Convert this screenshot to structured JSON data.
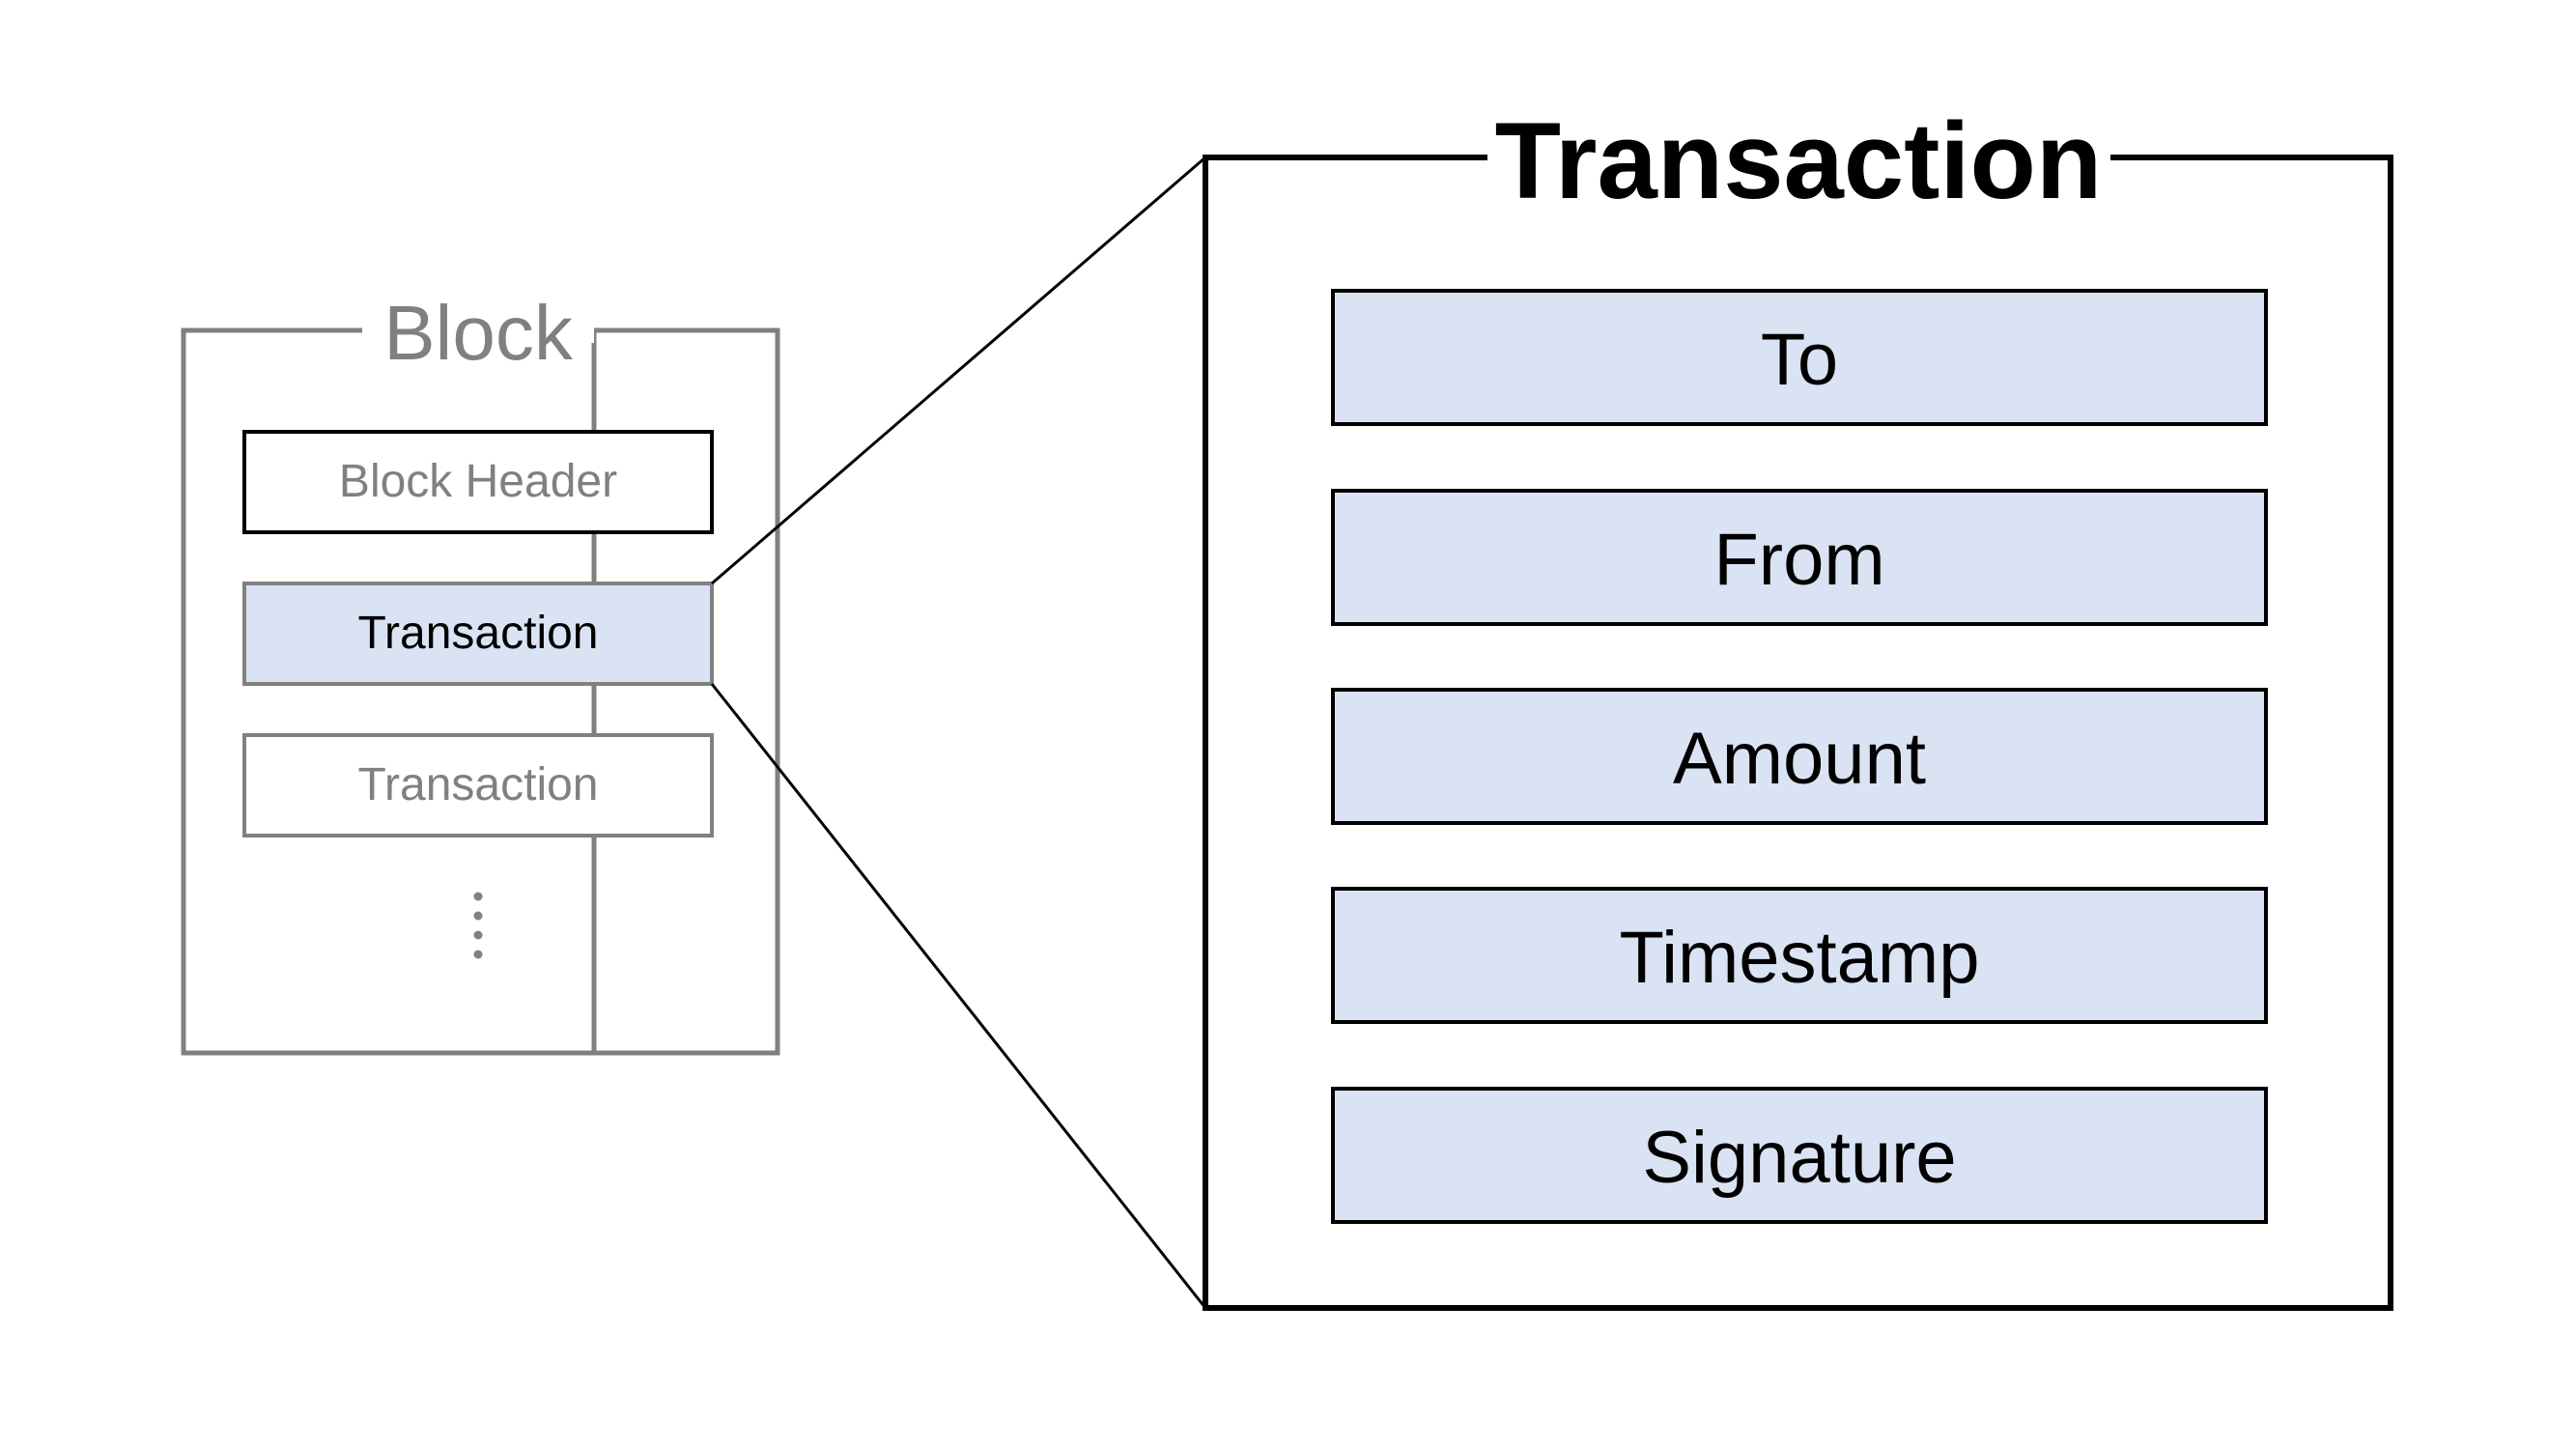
{
  "block": {
    "title": "Block",
    "items": [
      {
        "label": "Block Header"
      },
      {
        "label": "Transaction"
      },
      {
        "label": "Transaction"
      }
    ],
    "more_indicator": "⋮"
  },
  "transaction_detail": {
    "title": "Transaction",
    "fields": [
      {
        "label": "To"
      },
      {
        "label": "From"
      },
      {
        "label": "Amount"
      },
      {
        "label": "Timestamp"
      },
      {
        "label": "Signature"
      }
    ]
  },
  "colors": {
    "field_fill": "#dae3f3",
    "highlight_fill": "#dae3f3",
    "muted_text": "#808080",
    "muted_stroke": "#808080",
    "stroke": "#000000"
  }
}
